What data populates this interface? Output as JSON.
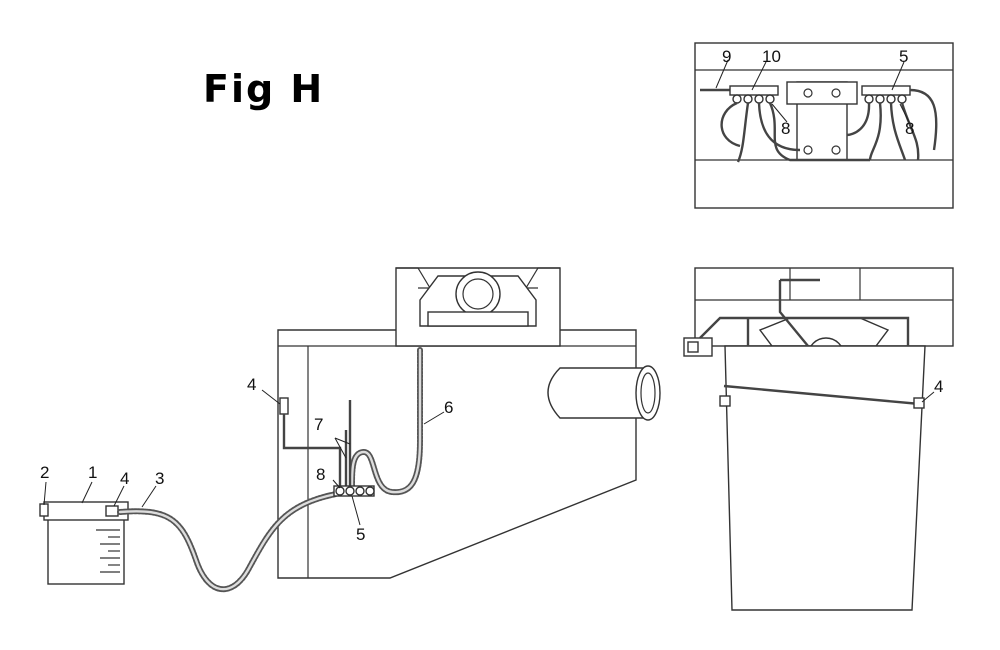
{
  "title": "Fig H",
  "labels": {
    "l1": "1",
    "l2": "2",
    "l3": "3",
    "l4a": "4",
    "l4b": "4",
    "l4c": "4",
    "l5a": "5",
    "l5b": "5",
    "l6": "6",
    "l7": "7",
    "l8a": "8",
    "l8b": "8",
    "l8c": "8",
    "l9": "9",
    "l10": "10"
  },
  "colors": {
    "line": "#333333",
    "background": "#ffffff"
  }
}
